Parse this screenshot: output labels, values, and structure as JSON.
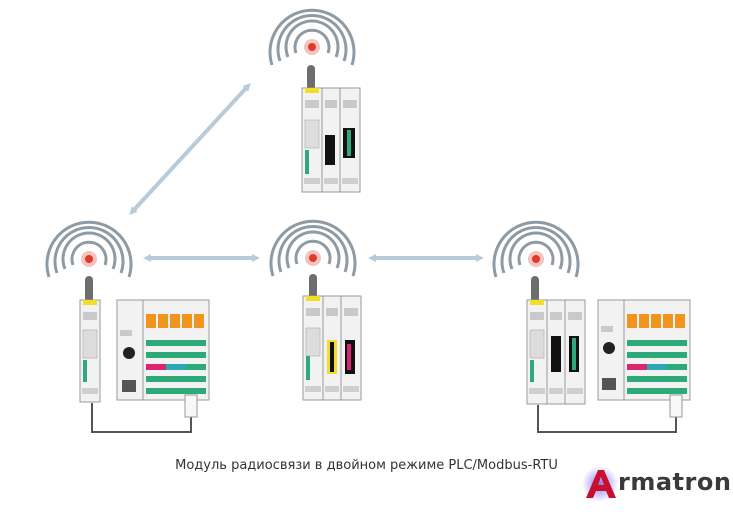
{
  "caption": "Модуль радиосвязи в двойном режиме PLC/Modbus-RTU",
  "logo": {
    "text": "rmatron",
    "accent": "#c8102e",
    "glow": "#5a4bd6"
  },
  "colors": {
    "signal_arc": "#8e9aa4",
    "signal_dot": "#e03a2a",
    "link_arrow": "#b8cbd8",
    "antenna": "#6e6e6e",
    "wire": "#555555",
    "module_body": "#f2f2f2",
    "terminal_green": "#2eaa7a",
    "terminal_yellow": "#f2de2a",
    "terminal_orange": "#f0961e",
    "terminal_magenta": "#d9266e",
    "terminal_teal": "#2aa8b8"
  },
  "nodes": [
    {
      "id": "top",
      "role": "radio-module-standalone"
    },
    {
      "id": "left",
      "role": "radio-module-with-plc"
    },
    {
      "id": "center",
      "role": "radio-module-standalone"
    },
    {
      "id": "right",
      "role": "radio-module-with-plc"
    }
  ]
}
